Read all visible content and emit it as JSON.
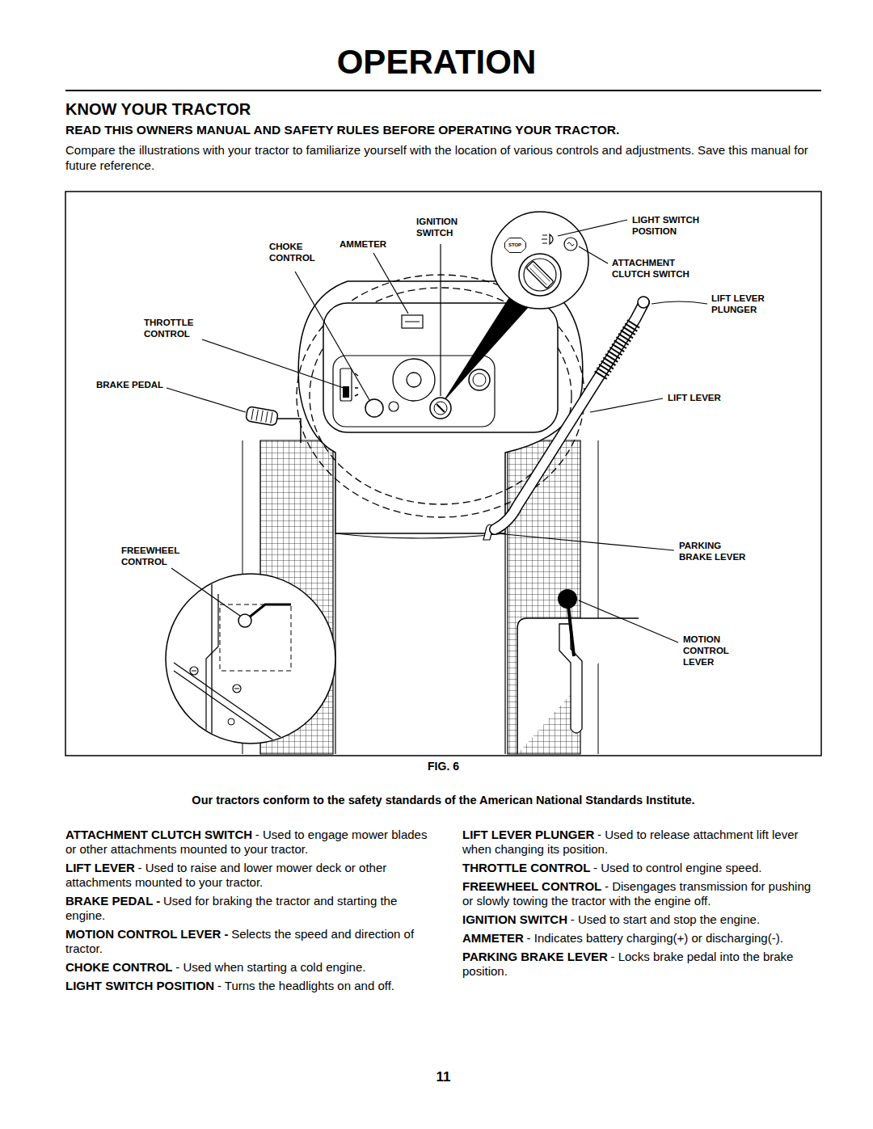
{
  "diagram": {
    "title": "OPERATION",
    "nodes": [
      {
        "text": [
          "STOP"
        ]
      }
    ],
    "labels": [
      "KNOW YOUR TRACTOR",
      "READ THIS OWNERS MANUAL AND SAFETY RULES BEFORE OPERATING YOUR TRACTOR.",
      "Compare the illustrations with your tractor to familiarize yourself with the location of various controls and adjustments. Save this manual for future reference.",
      "IGNITION SWITCH",
      "LIGHT SWITCH POSITION",
      "CHOKE CONTROL",
      "AMMETER",
      "ATTACHMENT CLUTCH SWITCH",
      "LIFT LEVER PLUNGER",
      "THROTTLE CONTROL",
      "BRAKE PEDAL",
      "LIFT LEVER",
      "FREEWHEEL CONTROL",
      "PARKING BRAKE LEVER",
      "MOTION CONTROL LEVER",
      "FIG. 6",
      "Our tractors conform to the safety standards of the American National Standards Institute.",
      "ATTACHMENT CLUTCH SWITCH",
      "- Used to engage mower blades or other attachments mounted to your tractor.",
      "LIFT LEVER",
      "- Used to raise and lower mower deck or other attachments mounted to your tractor.",
      "BRAKE PEDAL -",
      "Used for braking the tractor and starting the engine.",
      "MOTION CONTROL LEVER -",
      "Selects the speed and direction of tractor.",
      "CHOKE CONTROL",
      "- Used when starting a cold engine.",
      "LIGHT SWITCH POSITION",
      "- Turns the headlights on and off.",
      "LIFT LEVER PLUNGER",
      "- Used to release attachment lift lever when changing its position.",
      "THROTTLE CONTROL",
      "- Used to control engine speed.",
      "FREEWHEEL CONTROL",
      "- Disengages transmission for pushing or slowly towing the tractor with the engine off.",
      "IGNITION SWITCH",
      "- Used to start and stop the engine.",
      "AMMETER",
      "- Indicates battery charging(+) or discharging(-).",
      "PARKING BRAKE LEVER",
      "- Locks brake pedal into the brake position.",
      "11"
    ]
  }
}
